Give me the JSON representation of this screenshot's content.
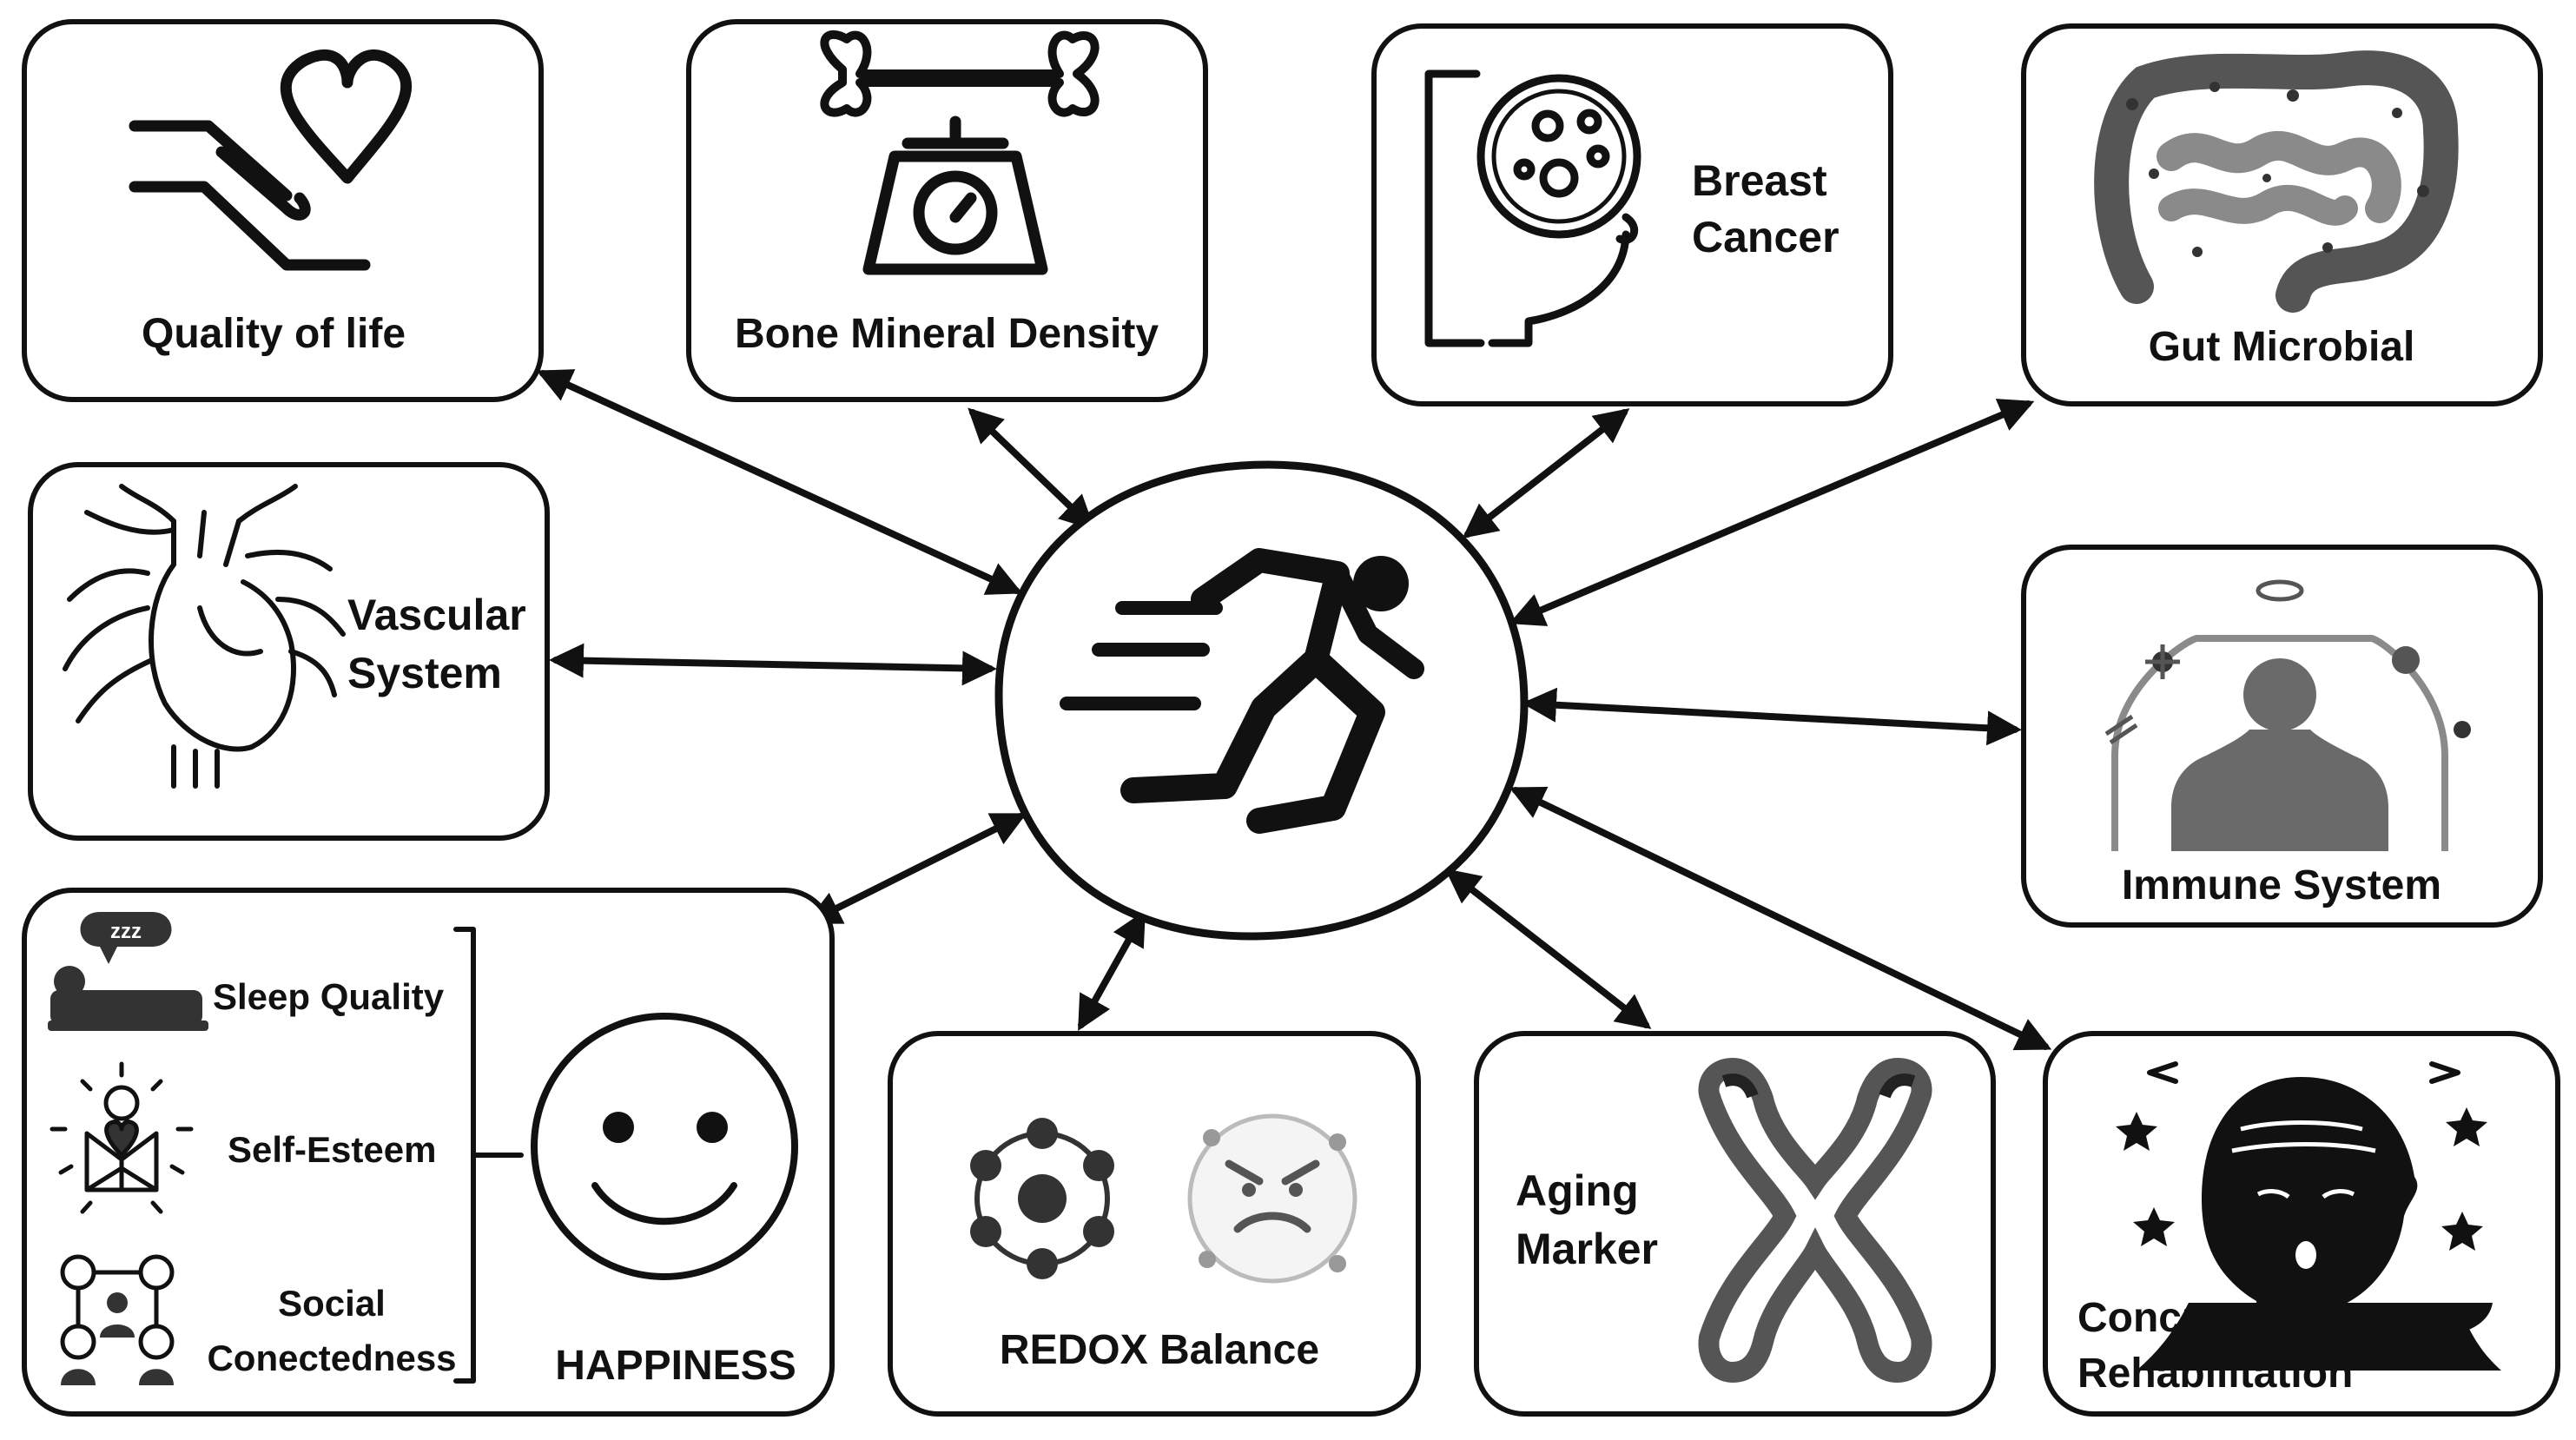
{
  "center": {
    "icon": "running-person-icon"
  },
  "nodes": {
    "quality_of_life": {
      "label": "Quality of life",
      "icon": "hand-heart-icon"
    },
    "bone_mineral_density": {
      "label": "Bone Mineral Density",
      "icon": "bone-scale-icon"
    },
    "breast_cancer": {
      "line1": "Breast",
      "line2": "Cancer",
      "icon": "breast-cancer-icon"
    },
    "gut_microbial": {
      "label": "Gut Microbial",
      "icon": "intestine-icon"
    },
    "vascular_system": {
      "line1": "Vascular",
      "line2": "System",
      "icon": "heart-vessels-icon"
    },
    "immune_system": {
      "label": "Immune System",
      "icon": "immune-body-icon"
    },
    "happiness": {
      "label": "HAPPINESS",
      "icon": "smiley-face-icon",
      "items": {
        "sleep": {
          "label": "Sleep Quality",
          "icon": "sleep-bed-icon"
        },
        "esteem": {
          "label": "Self-Esteem",
          "icon": "self-esteem-icon"
        },
        "social": {
          "line1": "Social",
          "line2": "Conectedness",
          "icon": "social-network-icon"
        }
      }
    },
    "redox_balance": {
      "label": "REDOX Balance",
      "icons": [
        "molecule-icon",
        "angry-face-icon"
      ]
    },
    "aging_marker": {
      "line1": "Aging",
      "line2": "Marker",
      "icon": "chromosome-icon"
    },
    "concussion": {
      "line1": "Concussion",
      "line2": "Rehabilitation",
      "icon": "head-injury-icon"
    }
  },
  "colors": {
    "ink": "#111111",
    "gray": "#8a8a8a",
    "background": "#ffffff"
  }
}
